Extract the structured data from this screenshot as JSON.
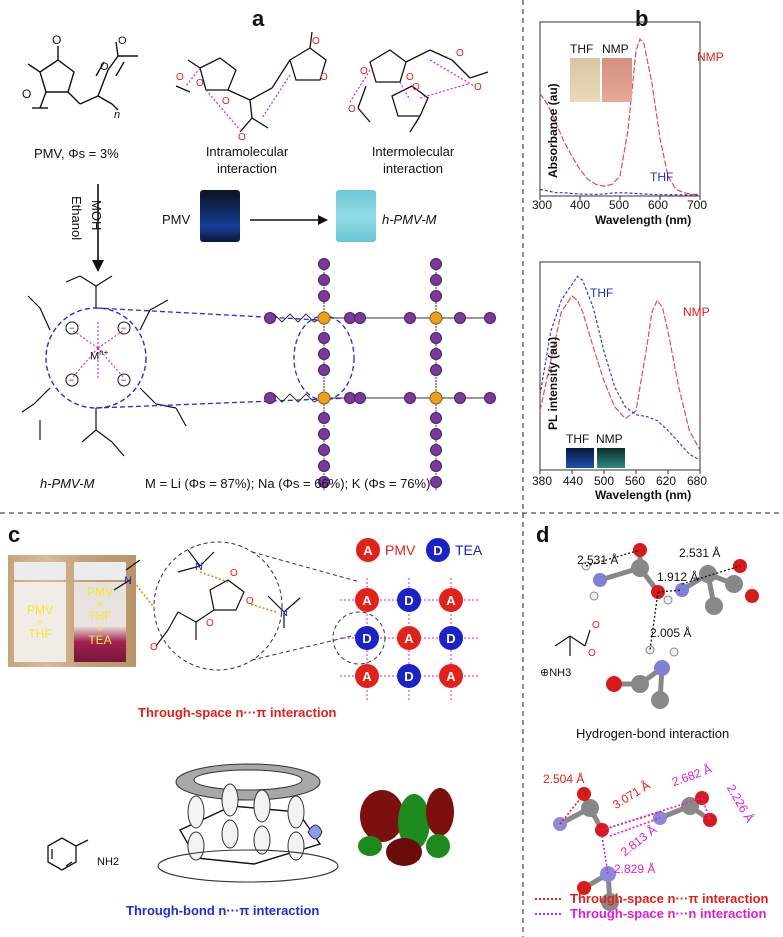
{
  "panels": {
    "a": {
      "label": "a",
      "pmv_caption": "PMV, Φs = 3%",
      "n_sub": "n",
      "intramolecular": "Intramolecular interaction",
      "intermolecular": "Intermolecular interaction",
      "reagent1": "MOH",
      "reagent2": "Ethanol",
      "pmv_label": "PMV",
      "hpmvm_label": "h-PMV-M",
      "metal_label": "M",
      "metal_charge": "n+",
      "bottom_caption": "h-PMV-M",
      "ions_caption": "M = Li (Φs = 87%); Na (Φs = 66%); K (Φs = 76%)"
    },
    "b": {
      "label": "b",
      "top_chart": {
        "ylabel": "Absorbance (au)",
        "xlabel": "Wavelength (nm)",
        "ticks": [
          "300",
          "400",
          "500",
          "600",
          "700"
        ],
        "inset_labels": [
          "THF",
          "NMP"
        ],
        "series_labels": {
          "nmp": "NMP",
          "thf": "THF"
        }
      },
      "bottom_chart": {
        "ylabel": "PL intensity (au)",
        "xlabel": "Wavelength (nm)",
        "ticks": [
          "380",
          "440",
          "500",
          "560",
          "620",
          "680"
        ],
        "inset_labels": [
          "THF",
          "NMP"
        ],
        "series_labels": {
          "nmp": "NMP",
          "thf": "THF"
        }
      }
    },
    "c": {
      "label": "c",
      "vial1_lines": [
        "PMV",
        "+",
        "THF"
      ],
      "vial2_lines": [
        "PMV",
        "+",
        "THF",
        "+",
        "TEA"
      ],
      "legend_a_letter": "A",
      "legend_a_text": "PMV",
      "legend_d_letter": "D",
      "legend_d_text": "TEA",
      "grid": [
        [
          "A",
          "D",
          "A"
        ],
        [
          "D",
          "A",
          "D"
        ],
        [
          "A",
          "D",
          "A"
        ]
      ],
      "through_space_title": "Through-space n···π interaction",
      "nh2": "NH2",
      "through_bond_title": "Through-bond n···π interaction"
    },
    "d": {
      "label": "d",
      "hb_distances": [
        "2.531 Å",
        "1.912 Å",
        "2.531 Å",
        "2.005 Å"
      ],
      "nh3": "NH3",
      "hb_title": "Hydrogen-bond interaction",
      "ts_distances_red": [
        "2.504 Å",
        "3.071 Å"
      ],
      "ts_distances_mag": [
        "2.682 Å",
        "2.226 Å",
        "2.813 Å",
        "2.829 Å"
      ],
      "legend_red": "Through-space n···π interaction",
      "legend_mag": "Through-space n···n interaction"
    }
  },
  "chart_data": [
    {
      "type": "line",
      "title": "",
      "xlabel": "Wavelength (nm)",
      "ylabel": "Absorbance (au)",
      "xlim": [
        300,
        700
      ],
      "series": [
        {
          "name": "NMP",
          "color": "#e05050",
          "x": [
            300,
            320,
            340,
            360,
            380,
            400,
            420,
            440,
            460,
            480,
            500,
            520,
            540,
            550,
            560,
            580,
            600,
            620,
            640,
            660,
            680,
            700
          ],
          "y": [
            0.62,
            0.55,
            0.44,
            0.33,
            0.24,
            0.16,
            0.1,
            0.07,
            0.06,
            0.07,
            0.12,
            0.4,
            0.88,
            0.95,
            0.92,
            0.68,
            0.35,
            0.12,
            0.04,
            0.02,
            0.01,
            0.01
          ]
        },
        {
          "name": "THF",
          "color": "#3a3ad8",
          "x": [
            300,
            320,
            340,
            360,
            380,
            400,
            420,
            440,
            460,
            480,
            500,
            520,
            540,
            560,
            580,
            600,
            620,
            640,
            660,
            680,
            700
          ],
          "y": [
            0.04,
            0.03,
            0.02,
            0.02,
            0.015,
            0.012,
            0.01,
            0.01,
            0.012,
            0.018,
            0.02,
            0.018,
            0.015,
            0.012,
            0.01,
            0.008,
            0.008,
            0.007,
            0.007,
            0.006,
            0.006
          ]
        }
      ]
    },
    {
      "type": "line",
      "title": "",
      "xlabel": "Wavelength (nm)",
      "ylabel": "PL intensity (au)",
      "xlim": [
        380,
        680
      ],
      "series": [
        {
          "name": "NMP",
          "color": "#e05050",
          "x": [
            380,
            400,
            420,
            440,
            450,
            460,
            480,
            500,
            520,
            540,
            560,
            580,
            590,
            600,
            610,
            620,
            640,
            660,
            680
          ],
          "y": [
            0.3,
            0.55,
            0.8,
            0.88,
            0.86,
            0.8,
            0.62,
            0.45,
            0.32,
            0.26,
            0.3,
            0.62,
            0.8,
            0.86,
            0.82,
            0.7,
            0.42,
            0.2,
            0.1
          ]
        },
        {
          "name": "THF",
          "color": "#3a3ad8",
          "x": [
            380,
            400,
            420,
            440,
            450,
            460,
            480,
            500,
            520,
            540,
            560,
            580,
            600,
            620,
            640,
            660,
            680
          ],
          "y": [
            0.38,
            0.7,
            0.86,
            0.94,
            0.98,
            0.96,
            0.82,
            0.6,
            0.42,
            0.32,
            0.28,
            0.27,
            0.25,
            0.2,
            0.14,
            0.08,
            0.05
          ]
        }
      ]
    }
  ]
}
